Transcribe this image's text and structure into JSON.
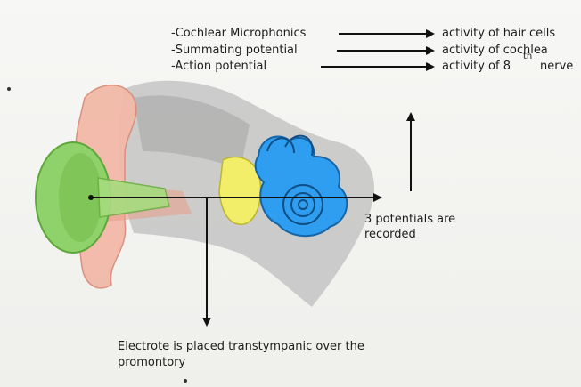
{
  "legend": [
    {
      "potential": "-Cochlear Microphonics",
      "activity": "activity of hair cells"
    },
    {
      "potential": "-Summating potential",
      "activity": "activity of cochlea"
    },
    {
      "potential": "-Action potential",
      "activity": "activity of 8",
      "superscript": "th",
      "activity_suffix": "nerve"
    }
  ],
  "labels": {
    "potentials_recorded": "3 potentials are recorded",
    "electrode": "Electrote is placed transtympanic over the promontory"
  },
  "colors": {
    "outer_ear_green": "#8fd16a",
    "pinna_pink": "#f2b9a8",
    "bone_gray": "#b9b9b9",
    "ossicles_yellow": "#f3ee6a",
    "cochlea_blue": "#2f9ef0",
    "arrow": "#111111"
  }
}
